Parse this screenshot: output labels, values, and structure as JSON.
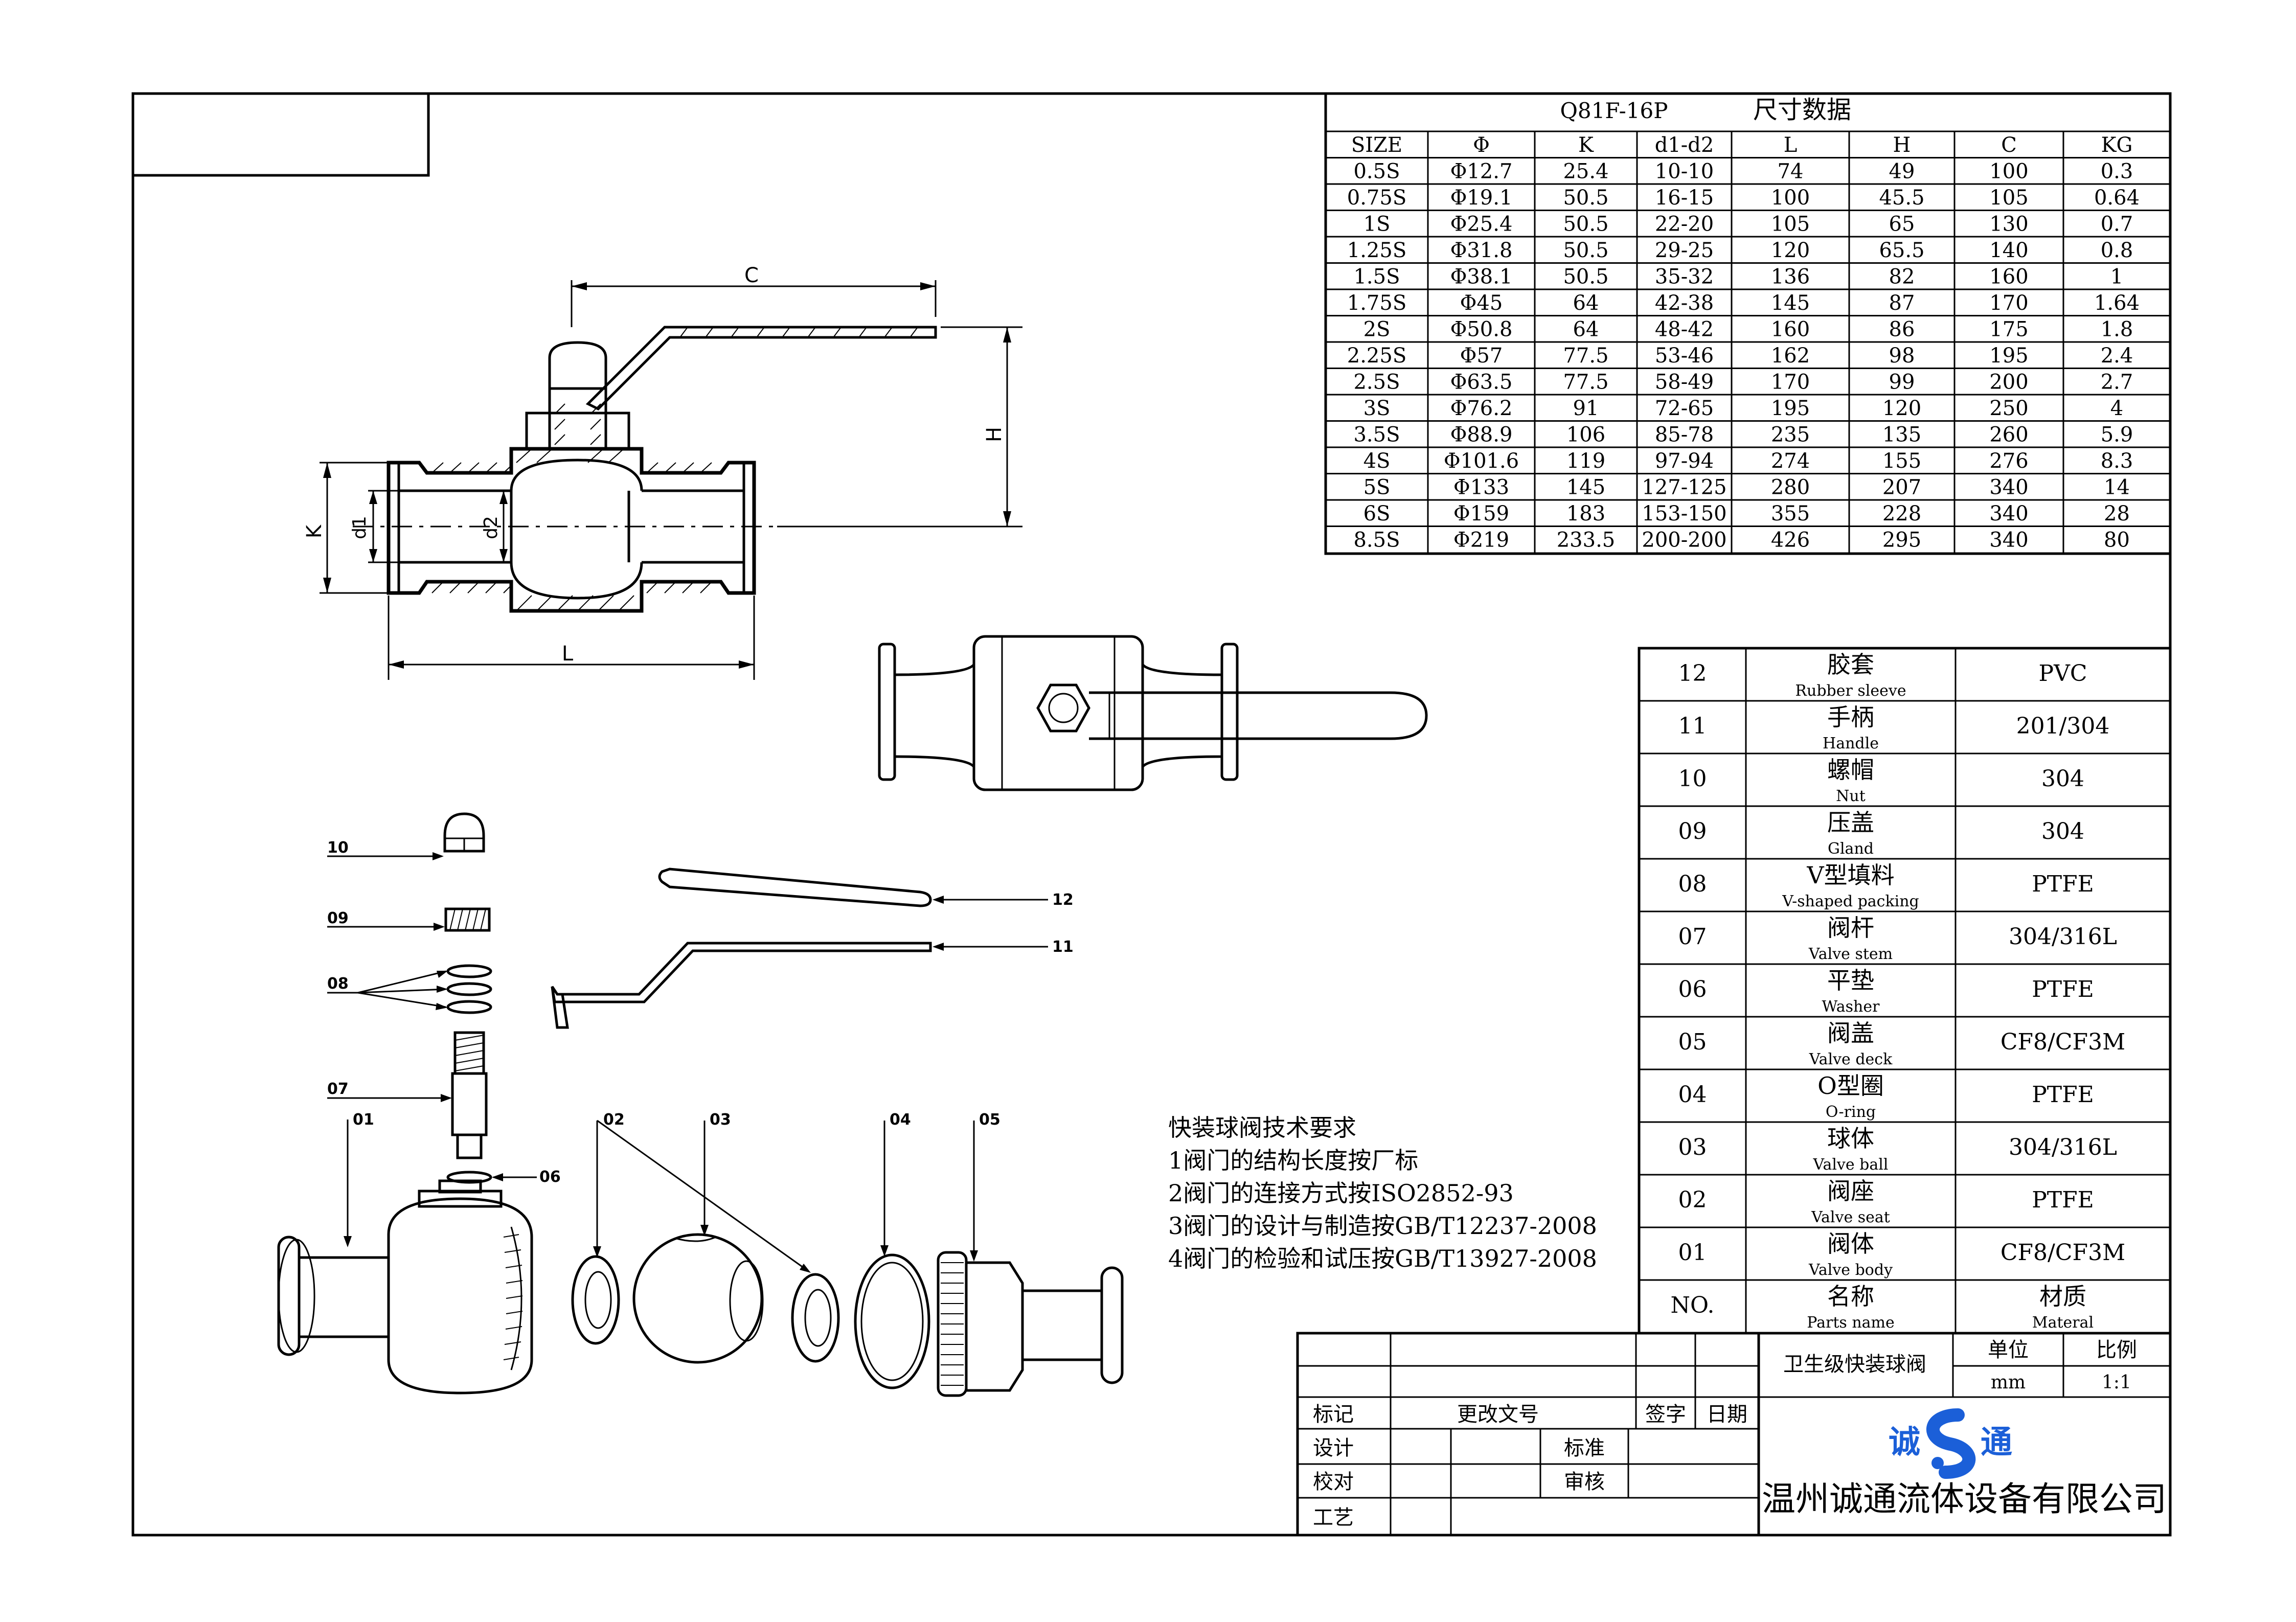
{
  "size_table": {
    "model": "Q81F-16P",
    "title": "尺寸数据",
    "headers": [
      "SIZE",
      "Φ",
      "K",
      "d1-d2",
      "L",
      "H",
      "C",
      "KG"
    ],
    "rows": [
      [
        "0.5S",
        "Φ12.7",
        "25.4",
        "10-10",
        "74",
        "49",
        "100",
        "0.3"
      ],
      [
        "0.75S",
        "Φ19.1",
        "50.5",
        "16-15",
        "100",
        "45.5",
        "105",
        "0.64"
      ],
      [
        "1S",
        "Φ25.4",
        "50.5",
        "22-20",
        "105",
        "65",
        "130",
        "0.7"
      ],
      [
        "1.25S",
        "Φ31.8",
        "50.5",
        "29-25",
        "120",
        "65.5",
        "140",
        "0.8"
      ],
      [
        "1.5S",
        "Φ38.1",
        "50.5",
        "35-32",
        "136",
        "82",
        "160",
        "1"
      ],
      [
        "1.75S",
        "Φ45",
        "64",
        "42-38",
        "145",
        "87",
        "170",
        "1.64"
      ],
      [
        "2S",
        "Φ50.8",
        "64",
        "48-42",
        "160",
        "86",
        "175",
        "1.8"
      ],
      [
        "2.25S",
        "Φ57",
        "77.5",
        "53-46",
        "162",
        "98",
        "195",
        "2.4"
      ],
      [
        "2.5S",
        "Φ63.5",
        "77.5",
        "58-49",
        "170",
        "99",
        "200",
        "2.7"
      ],
      [
        "3S",
        "Φ76.2",
        "91",
        "72-65",
        "195",
        "120",
        "250",
        "4"
      ],
      [
        "3.5S",
        "Φ88.9",
        "106",
        "85-78",
        "235",
        "135",
        "260",
        "5.9"
      ],
      [
        "4S",
        "Φ101.6",
        "119",
        "97-94",
        "274",
        "155",
        "276",
        "8.3"
      ],
      [
        "5S",
        "Φ133",
        "145",
        "127-125",
        "280",
        "207",
        "340",
        "14"
      ],
      [
        "6S",
        "Φ159",
        "183",
        "153-150",
        "355",
        "228",
        "340",
        "28"
      ],
      [
        "8.5S",
        "Φ219",
        "233.5",
        "200-200",
        "426",
        "295",
        "340",
        "80"
      ]
    ]
  },
  "parts": {
    "rows": [
      {
        "no": "12",
        "cn": "胶套",
        "en": "Rubber sleeve",
        "mat": "PVC"
      },
      {
        "no": "11",
        "cn": "手柄",
        "en": "Handle",
        "mat": "201/304"
      },
      {
        "no": "10",
        "cn": "螺帽",
        "en": "Nut",
        "mat": "304"
      },
      {
        "no": "09",
        "cn": "压盖",
        "en": "Gland",
        "mat": "304"
      },
      {
        "no": "08",
        "cn": "V型填料",
        "en": "V-shaped packing",
        "mat": "PTFE"
      },
      {
        "no": "07",
        "cn": "阀杆",
        "en": "Valve stem",
        "mat": "304/316L"
      },
      {
        "no": "06",
        "cn": "平垫",
        "en": "Washer",
        "mat": "PTFE"
      },
      {
        "no": "05",
        "cn": "阀盖",
        "en": "Valve deck",
        "mat": "CF8/CF3M"
      },
      {
        "no": "04",
        "cn": "O型圈",
        "en": "O-ring",
        "mat": "PTFE"
      },
      {
        "no": "03",
        "cn": "球体",
        "en": "Valve ball",
        "mat": "304/316L"
      },
      {
        "no": "02",
        "cn": "阀座",
        "en": "Valve seat",
        "mat": "PTFE"
      },
      {
        "no": "01",
        "cn": "阀体",
        "en": "Valve body",
        "mat": "CF8/CF3M"
      }
    ],
    "header": {
      "no": "NO.",
      "cn": "名称",
      "en": "Parts name",
      "mat": "材质",
      "mat_en": "Materal"
    }
  },
  "requirements": [
    "快装球阀技术要求",
    "1阀门的结构长度按厂标",
    "2阀门的连接方式按ISO2852-93",
    "3阀门的设计与制造按GB/T12237-2008",
    "4阀门的检验和试压按GB/T13927-2008"
  ],
  "title_block": {
    "product": "卫生级快装球阀",
    "unit_label": "单位",
    "unit_value": "mm",
    "scale_label": "比例",
    "scale_value": "1:1",
    "mark": "标记",
    "change_doc": "更改文号",
    "sign": "签字",
    "date": "日期",
    "design": "设计",
    "standard": "标准",
    "check": "校对",
    "review": "审核",
    "process": "工艺",
    "logo_left": "诚",
    "logo_right": "通",
    "company": "温州诚通流体设备有限公司"
  },
  "dimension_labels": {
    "c": "C",
    "h": "H",
    "k": "K",
    "d1": "d1",
    "d2": "d2",
    "l": "L"
  },
  "balloons": {
    "b10": "10",
    "b09": "09",
    "b08": "08",
    "b07": "07",
    "b01": "01",
    "b06": "06",
    "b02": "02",
    "b03": "03",
    "b04": "04",
    "b05": "05",
    "b12": "12",
    "b11": "11"
  }
}
